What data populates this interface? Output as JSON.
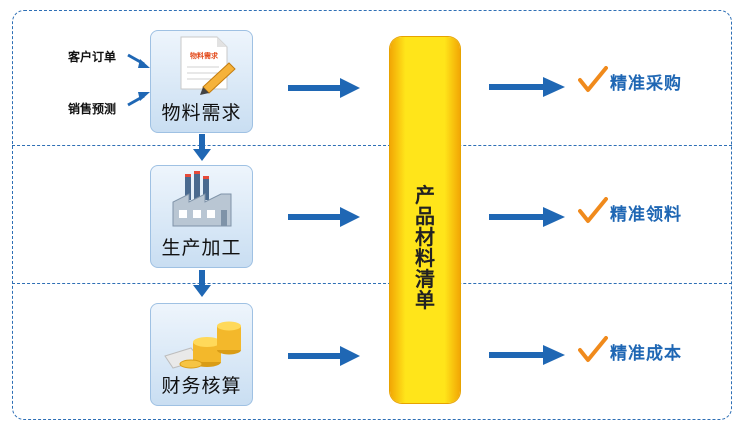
{
  "sources": [
    "客户订单",
    "销售预测"
  ],
  "stages": [
    {
      "label": "物料需求",
      "icon": "document-pencil-icon",
      "doc_title": "物料需求"
    },
    {
      "label": "生产加工",
      "icon": "factory-icon"
    },
    {
      "label": "财务核算",
      "icon": "gold-coins-icon"
    }
  ],
  "bom": {
    "label": "产品材料清单"
  },
  "results": [
    "精准采购",
    "精准领料",
    "精准成本"
  ],
  "colors": {
    "border": "#2e6fb5",
    "arrow": "#1f67b4",
    "bar": "#ffe51a",
    "check": "#f08a1c"
  }
}
